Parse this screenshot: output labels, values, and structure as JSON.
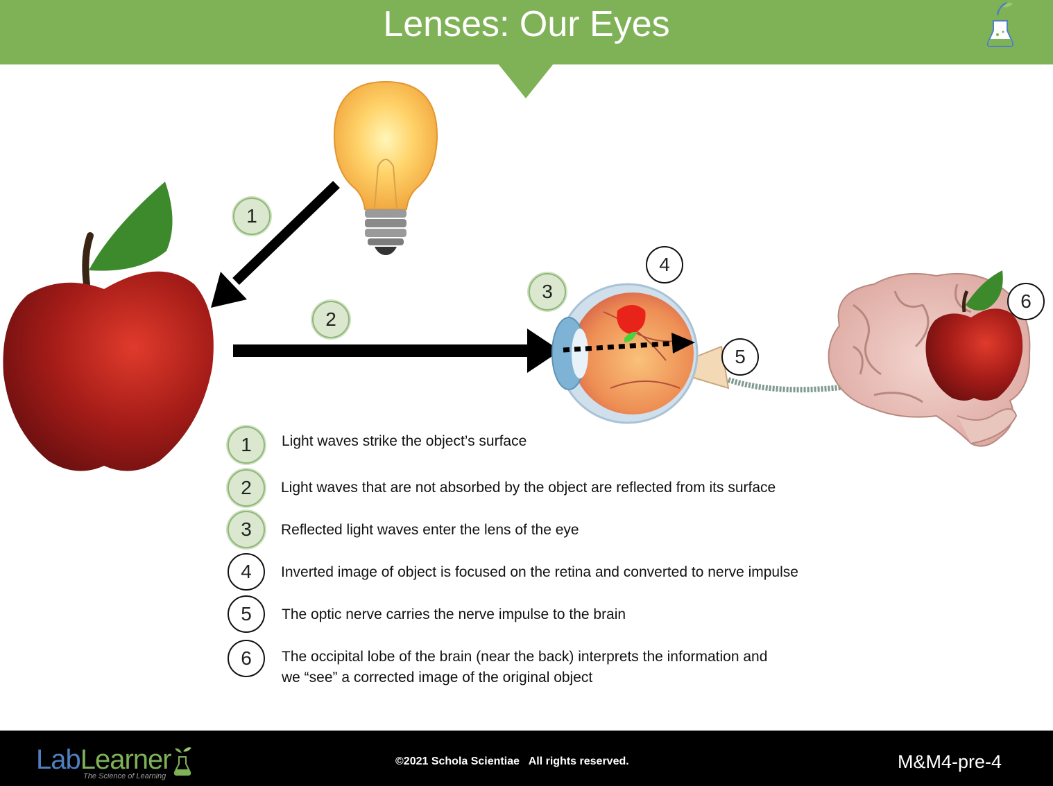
{
  "header": {
    "title": "Lenses: Our Eyes"
  },
  "diagram_markers": [
    {
      "num": "1",
      "style": "green"
    },
    {
      "num": "2",
      "style": "green"
    },
    {
      "num": "3",
      "style": "green"
    },
    {
      "num": "4",
      "style": "white"
    },
    {
      "num": "5",
      "style": "white"
    },
    {
      "num": "6",
      "style": "white"
    }
  ],
  "legend": [
    {
      "num": "1",
      "text": "Light waves strike the object’s surface"
    },
    {
      "num": "2",
      "text": "Light waves that are not absorbed by the object are reflected from its surface"
    },
    {
      "num": "3",
      "text": "Reflected light waves enter the lens of the eye"
    },
    {
      "num": "4",
      "text": "Inverted image of object is focused on the retina and converted to nerve impulse"
    },
    {
      "num": "5",
      "text": "The optic nerve carries the nerve impulse to the brain"
    },
    {
      "num": "6",
      "text_line1": "The occipital lobe of the brain (near the back) interprets the information and",
      "text_line2": "we “see” a corrected image of the original object"
    }
  ],
  "footer": {
    "logo_lab": "Lab",
    "logo_learner": "Learner",
    "logo_tagline": "The Science of Learning",
    "copyright": "©2021 Schola Scientiae   All rights reserved.",
    "slide_code": "M&M4-pre-4"
  },
  "colors": {
    "header_green": "#7fb257",
    "marker_green": "#dbe8cf",
    "apple_red": "#b0201c",
    "footer_black": "#000000"
  },
  "icons": [
    "flask-icon",
    "light-bulb-icon",
    "apple-icon",
    "eye-icon",
    "brain-icon"
  ]
}
